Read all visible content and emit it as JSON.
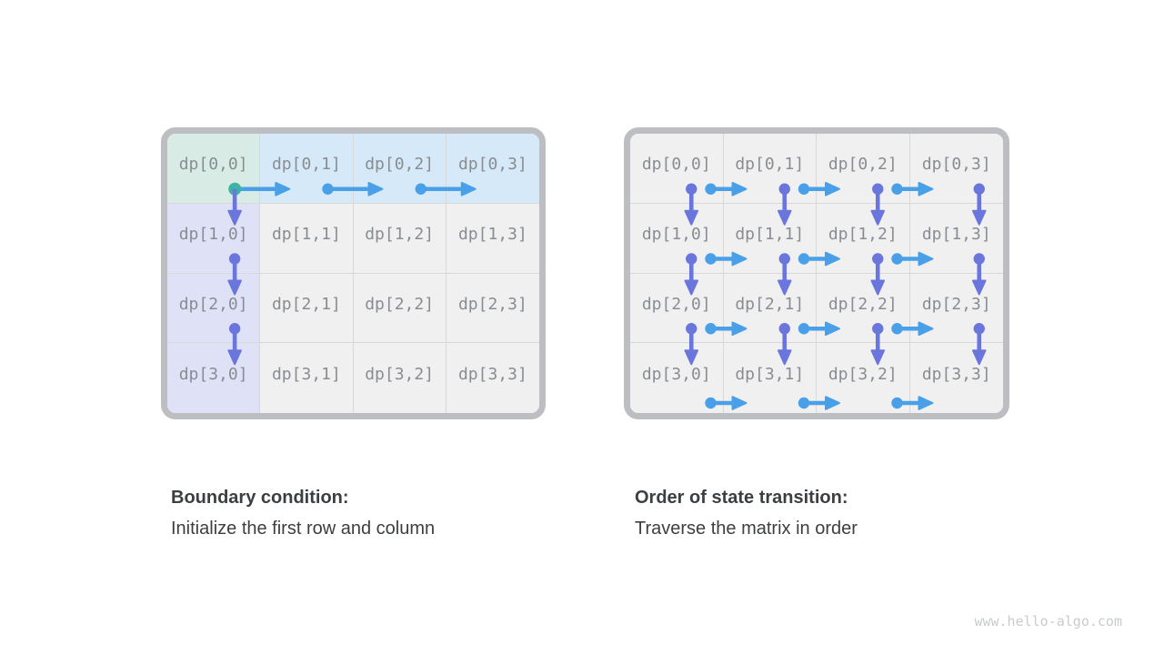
{
  "colors": {
    "teal": "#3cb4a4",
    "blue": "#4aa0e8",
    "purple": "#6b76dc",
    "cell_green": "#d8ece5",
    "cell_blue": "#d6e9f8",
    "cell_purple": "#dfe2f6",
    "cell_gray": "#f0f0f1",
    "panel_border": "#bcbec1",
    "grid_line": "#d6d8da",
    "label": "#898d92",
    "caption": "#3b3f42",
    "watermark": "#c9cbcd"
  },
  "left_panel": {
    "cells": [
      {
        "label": "dp[0,0]",
        "bg": "green"
      },
      {
        "label": "dp[0,1]",
        "bg": "blue"
      },
      {
        "label": "dp[0,2]",
        "bg": "blue"
      },
      {
        "label": "dp[0,3]",
        "bg": "blue"
      },
      {
        "label": "dp[1,0]",
        "bg": "purple"
      },
      {
        "label": "dp[1,1]",
        "bg": "gray"
      },
      {
        "label": "dp[1,2]",
        "bg": "gray"
      },
      {
        "label": "dp[1,3]",
        "bg": "gray"
      },
      {
        "label": "dp[2,0]",
        "bg": "purple"
      },
      {
        "label": "dp[2,1]",
        "bg": "gray"
      },
      {
        "label": "dp[2,2]",
        "bg": "gray"
      },
      {
        "label": "dp[2,3]",
        "bg": "gray"
      },
      {
        "label": "dp[3,0]",
        "bg": "purple"
      },
      {
        "label": "dp[3,1]",
        "bg": "gray"
      },
      {
        "label": "dp[3,2]",
        "bg": "gray"
      },
      {
        "label": "dp[3,3]",
        "bg": "gray"
      }
    ],
    "arrows": [
      {
        "kind": "right",
        "row": 0,
        "col": 0,
        "color": "blue",
        "dot": "teal",
        "size": "long"
      },
      {
        "kind": "right",
        "row": 0,
        "col": 1,
        "color": "blue",
        "dot": "blue",
        "size": "long"
      },
      {
        "kind": "right",
        "row": 0,
        "col": 2,
        "color": "blue",
        "dot": "blue",
        "size": "long"
      },
      {
        "kind": "down",
        "row": 0,
        "col": 0,
        "color": "purple",
        "dot": "none",
        "size": "short"
      },
      {
        "kind": "down",
        "row": 1,
        "col": 0,
        "color": "purple",
        "dot": "purple",
        "size": "short"
      },
      {
        "kind": "down",
        "row": 2,
        "col": 0,
        "color": "purple",
        "dot": "purple",
        "size": "short"
      }
    ],
    "caption": {
      "title": "Boundary condition:",
      "subtitle": "Initialize the first row and column"
    }
  },
  "right_panel": {
    "cells": [
      {
        "label": "dp[0,0]",
        "bg": "gray"
      },
      {
        "label": "dp[0,1]",
        "bg": "gray"
      },
      {
        "label": "dp[0,2]",
        "bg": "gray"
      },
      {
        "label": "dp[0,3]",
        "bg": "gray"
      },
      {
        "label": "dp[1,0]",
        "bg": "gray"
      },
      {
        "label": "dp[1,1]",
        "bg": "gray"
      },
      {
        "label": "dp[1,2]",
        "bg": "gray"
      },
      {
        "label": "dp[1,3]",
        "bg": "gray"
      },
      {
        "label": "dp[2,0]",
        "bg": "gray"
      },
      {
        "label": "dp[2,1]",
        "bg": "gray"
      },
      {
        "label": "dp[2,2]",
        "bg": "gray"
      },
      {
        "label": "dp[2,3]",
        "bg": "gray"
      },
      {
        "label": "dp[3,0]",
        "bg": "gray"
      },
      {
        "label": "dp[3,1]",
        "bg": "gray"
      },
      {
        "label": "dp[3,2]",
        "bg": "gray"
      },
      {
        "label": "dp[3,3]",
        "bg": "gray"
      }
    ],
    "arrows": [
      {
        "kind": "down",
        "row": 0,
        "col": 0,
        "color": "purple",
        "dot": "purple",
        "size": "short"
      },
      {
        "kind": "right",
        "row": 0,
        "col": 0,
        "color": "blue",
        "dot": "blue",
        "size": "short"
      },
      {
        "kind": "down",
        "row": 0,
        "col": 1,
        "color": "purple",
        "dot": "purple",
        "size": "short"
      },
      {
        "kind": "right",
        "row": 0,
        "col": 1,
        "color": "blue",
        "dot": "blue",
        "size": "short"
      },
      {
        "kind": "down",
        "row": 0,
        "col": 2,
        "color": "purple",
        "dot": "purple",
        "size": "short"
      },
      {
        "kind": "right",
        "row": 0,
        "col": 2,
        "color": "blue",
        "dot": "blue",
        "size": "short"
      },
      {
        "kind": "down",
        "row": 0,
        "col": 3,
        "color": "purple",
        "dot": "purple",
        "size": "short"
      },
      {
        "kind": "down",
        "row": 1,
        "col": 0,
        "color": "purple",
        "dot": "purple",
        "size": "short"
      },
      {
        "kind": "right",
        "row": 1,
        "col": 0,
        "color": "blue",
        "dot": "blue",
        "size": "short"
      },
      {
        "kind": "down",
        "row": 1,
        "col": 1,
        "color": "purple",
        "dot": "purple",
        "size": "short"
      },
      {
        "kind": "right",
        "row": 1,
        "col": 1,
        "color": "blue",
        "dot": "blue",
        "size": "short"
      },
      {
        "kind": "down",
        "row": 1,
        "col": 2,
        "color": "purple",
        "dot": "purple",
        "size": "short"
      },
      {
        "kind": "right",
        "row": 1,
        "col": 2,
        "color": "blue",
        "dot": "blue",
        "size": "short"
      },
      {
        "kind": "down",
        "row": 1,
        "col": 3,
        "color": "purple",
        "dot": "purple",
        "size": "short"
      },
      {
        "kind": "down",
        "row": 2,
        "col": 0,
        "color": "purple",
        "dot": "purple",
        "size": "short"
      },
      {
        "kind": "right",
        "row": 2,
        "col": 0,
        "color": "blue",
        "dot": "blue",
        "size": "short"
      },
      {
        "kind": "down",
        "row": 2,
        "col": 1,
        "color": "purple",
        "dot": "purple",
        "size": "short"
      },
      {
        "kind": "right",
        "row": 2,
        "col": 1,
        "color": "blue",
        "dot": "blue",
        "size": "short"
      },
      {
        "kind": "down",
        "row": 2,
        "col": 2,
        "color": "purple",
        "dot": "purple",
        "size": "short"
      },
      {
        "kind": "right",
        "row": 2,
        "col": 2,
        "color": "blue",
        "dot": "blue",
        "size": "short"
      },
      {
        "kind": "down",
        "row": 2,
        "col": 3,
        "color": "purple",
        "dot": "purple",
        "size": "short"
      },
      {
        "kind": "right",
        "row": 3,
        "col": 0,
        "color": "blue",
        "dot": "blue",
        "size": "short"
      },
      {
        "kind": "right",
        "row": 3,
        "col": 1,
        "color": "blue",
        "dot": "blue",
        "size": "short"
      },
      {
        "kind": "right",
        "row": 3,
        "col": 2,
        "color": "blue",
        "dot": "blue",
        "size": "short"
      }
    ],
    "caption": {
      "title": "Order of state transition:",
      "subtitle": "Traverse the matrix in order"
    }
  },
  "watermark": {
    "text": "www.hello-algo.com"
  }
}
